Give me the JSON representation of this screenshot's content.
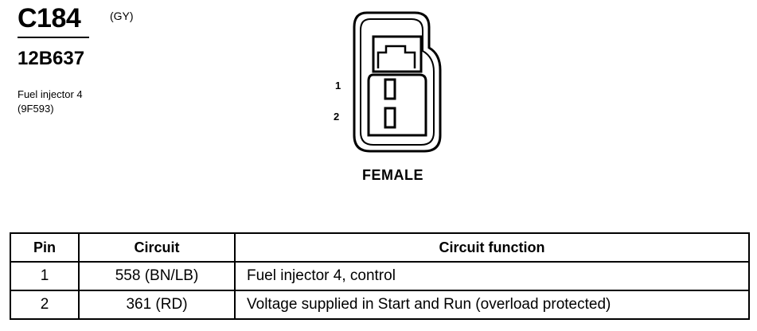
{
  "connector": {
    "id": "C184",
    "color_code": "(GY)",
    "part_number": "12B637",
    "description_line1": "Fuel injector 4",
    "description_line2": "(9F593)",
    "gender": "FEMALE",
    "pin_labels": [
      "1",
      "2"
    ]
  },
  "table": {
    "headers": [
      "Pin",
      "Circuit",
      "Circuit function"
    ],
    "rows": [
      {
        "pin": "1",
        "circuit": "558 (BN/LB)",
        "function": "Fuel injector 4, control"
      },
      {
        "pin": "2",
        "circuit": "361 (RD)",
        "function": "Voltage supplied in Start and Run (overload protected)"
      }
    ]
  }
}
